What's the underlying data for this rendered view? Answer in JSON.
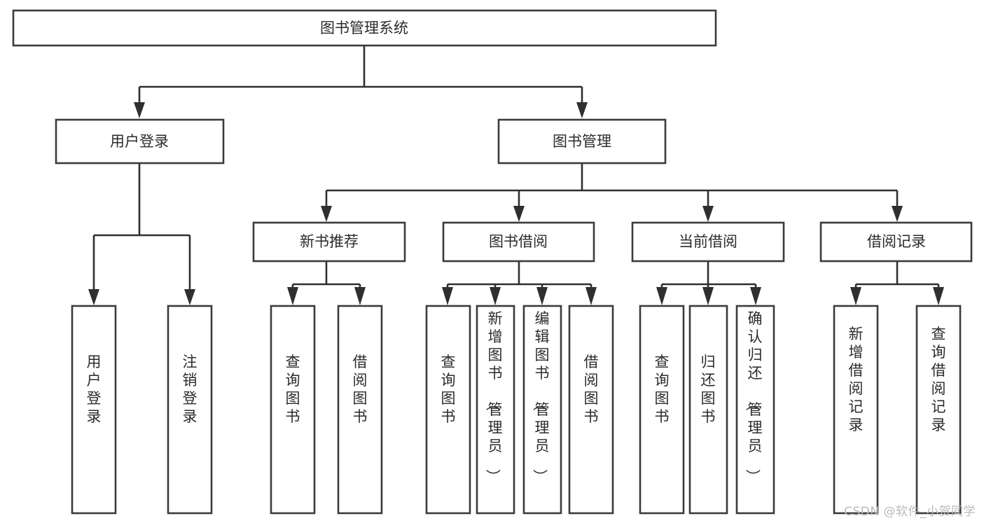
{
  "diagram": {
    "type": "tree-hierarchy",
    "title": "图书管理系统",
    "watermark": "CSDN @软件_小贺同学",
    "colors": {
      "background": "#ffffff",
      "box_stroke": "#3b3b3b",
      "connector": "#2f2f2f",
      "text": "#2b2b2b",
      "watermark": "#b9b9b9"
    },
    "levels": {
      "root": {
        "label": "图书管理系统"
      },
      "level1": [
        {
          "id": "user-login",
          "label": "用户登录"
        },
        {
          "id": "book-management",
          "label": "图书管理"
        }
      ],
      "level2": [
        {
          "id": "new-book-recommend",
          "label": "新书推荐"
        },
        {
          "id": "book-borrow",
          "label": "图书借阅"
        },
        {
          "id": "current-borrow",
          "label": "当前借阅"
        },
        {
          "id": "borrow-record",
          "label": "借阅记录"
        }
      ],
      "leaves": {
        "user-login": [
          {
            "id": "leaf-user-login",
            "label": "用户登录"
          },
          {
            "id": "leaf-logout-login",
            "label": "注销登录"
          }
        ],
        "new-book-recommend": [
          {
            "id": "leaf-query-book-1",
            "label": "查询图书"
          },
          {
            "id": "leaf-borrow-book-1",
            "label": "借阅图书"
          }
        ],
        "book-borrow": [
          {
            "id": "leaf-query-book-2",
            "label": "查询图书"
          },
          {
            "id": "leaf-add-book",
            "label": "新增图书（管理员）"
          },
          {
            "id": "leaf-edit-book",
            "label": "编辑图书（管理员）"
          },
          {
            "id": "leaf-borrow-book-2",
            "label": "借阅图书"
          }
        ],
        "current-borrow": [
          {
            "id": "leaf-query-book-3",
            "label": "查询图书"
          },
          {
            "id": "leaf-return-book",
            "label": "归还图书"
          },
          {
            "id": "leaf-confirm-return",
            "label": "确认归还（管理员）"
          }
        ],
        "borrow-record": [
          {
            "id": "leaf-add-record",
            "label": "新增借阅记录"
          },
          {
            "id": "leaf-query-record",
            "label": "查询借阅记录"
          }
        ]
      }
    }
  }
}
